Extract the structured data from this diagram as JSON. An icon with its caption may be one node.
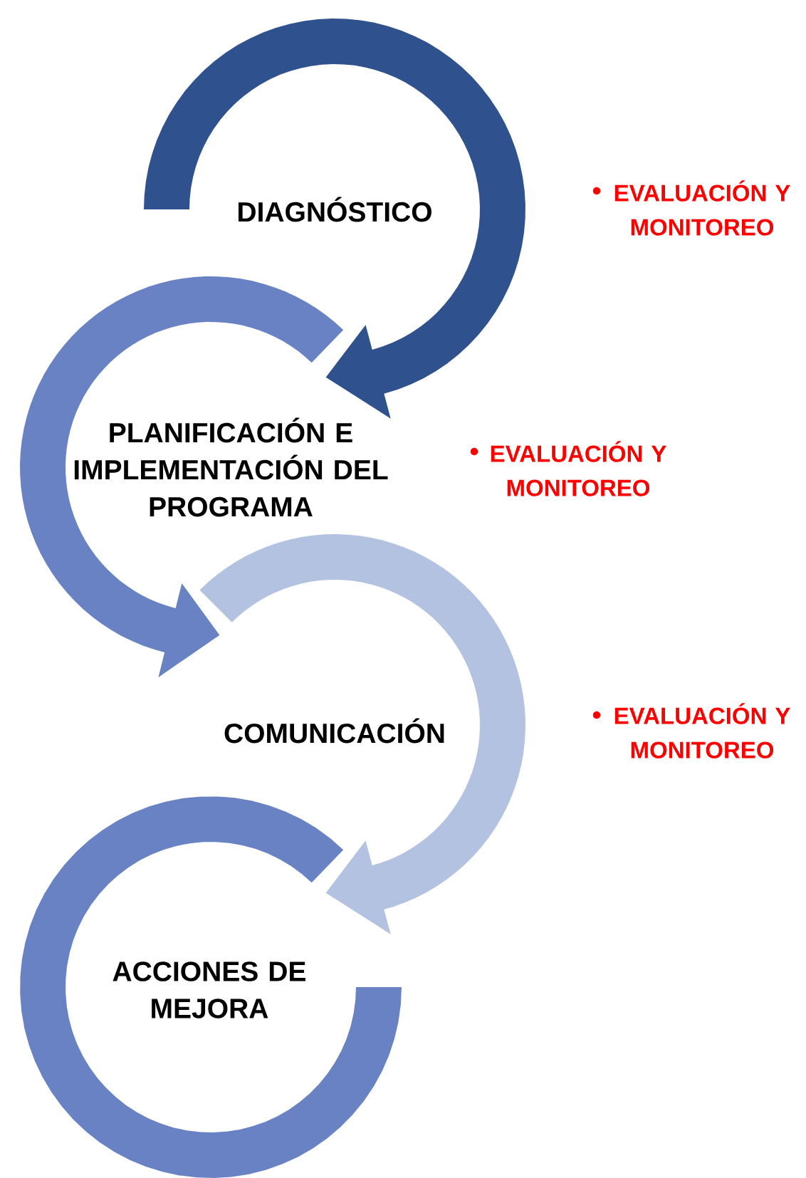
{
  "diagram": {
    "nodes": [
      {
        "text": [
          "DIAGNÓSTICO"
        ]
      },
      {
        "text": [
          "PLANIFICACIÓN E IMPLEMENTACIÓN DEL PROGRAMA"
        ]
      },
      {
        "text": [
          "COMUNICACIÓN"
        ]
      },
      {
        "text": [
          "ACCIONES DE MEJORA"
        ]
      }
    ],
    "edges": [
      {
        "from": 0,
        "to": 1,
        "arrow": "to"
      },
      {
        "from": 1,
        "to": 2,
        "arrow": "to"
      },
      {
        "from": 2,
        "to": 3,
        "arrow": "to"
      }
    ],
    "labels": [
      "EVALUACIÓN Y MONITOREO",
      "EVALUACIÓN Y MONITOREO",
      "EVALUACIÓN Y MONITOREO"
    ]
  }
}
